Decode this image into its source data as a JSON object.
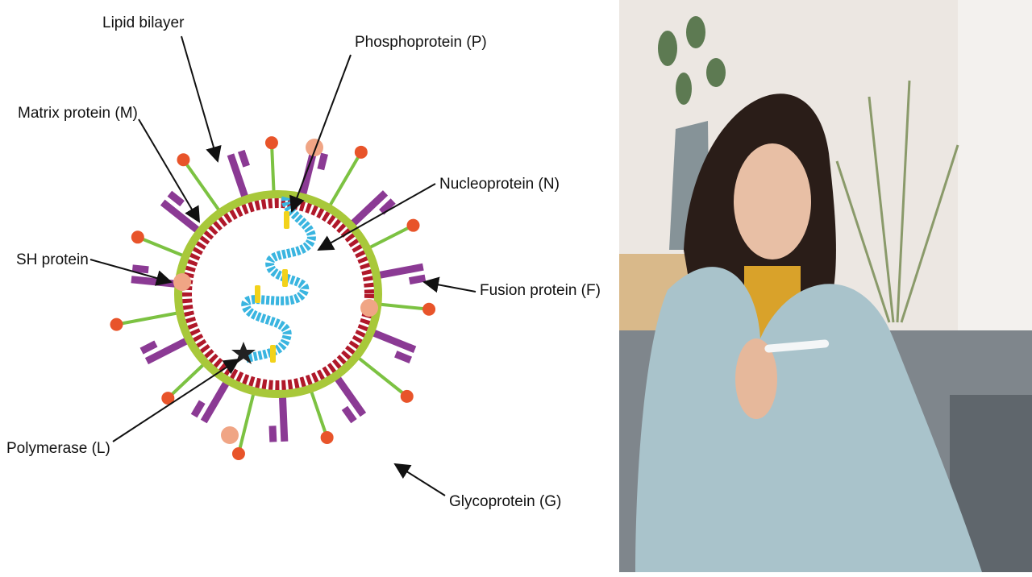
{
  "diagram": {
    "title": "Respiratory syncytial virus structure",
    "labels": {
      "lipid_bilayer": "Lipid bilayer",
      "phosphoprotein": "Phosphoprotein (P)",
      "matrix_protein": "Matrix protein (M)",
      "nucleoprotein": "Nucleoprotein (N)",
      "sh_protein": "SH protein",
      "fusion_protein": "Fusion protein (F)",
      "polymerase": "Polymerase (L)",
      "glycoprotein": "Glycoprotein (G)"
    },
    "colors": {
      "lipid": "#a8c83a",
      "matrix": "#b0182a",
      "glyco_stem": "#7cc242",
      "glyco_head": "#e8542a",
      "fusion": "#8b3a94",
      "nucleo": "#3ab5e0",
      "phospho": "#f2d21b",
      "sh": "#f0a585"
    }
  },
  "photo": {
    "subject": "woman-with-thermometer-under-blanket"
  }
}
